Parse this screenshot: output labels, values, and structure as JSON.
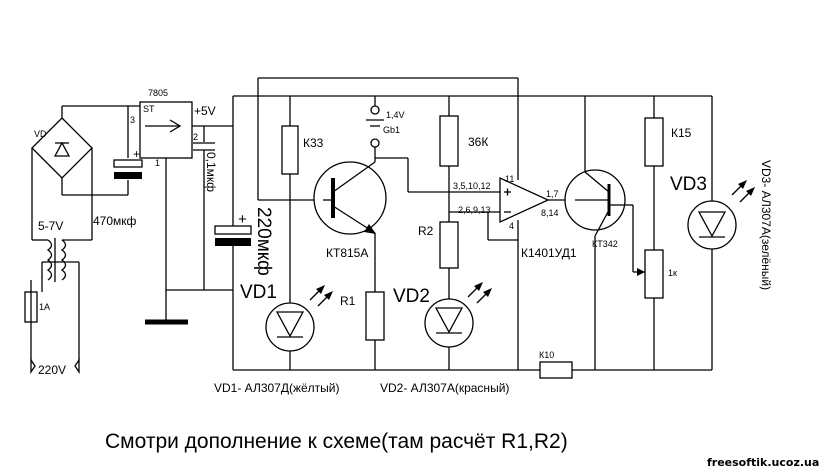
{
  "labels": {
    "vd_bridge": "VD",
    "reg_name": "7805",
    "reg_st": "ST",
    "reg_plus5": "+5V",
    "pin3": "3",
    "pin2": "2",
    "pin1": "1",
    "c470": "470мкф",
    "c01": "0,1мкф",
    "c220": "220мкф",
    "v57": "5-7V",
    "fuse": "1А",
    "v220": "220V",
    "r_k33": "К33",
    "gb_v": "1,4V",
    "gb_name": "Gb1",
    "r36k": "36К",
    "r_k15": "К15",
    "vd3": "VD3",
    "vd3_desc": "VD3- АЛ307А(зелёный)",
    "q1": "КТ815А",
    "pins_in_plus": "3,5,10,12",
    "pins_in_minus": "2,6,9,13",
    "pin11": "11",
    "pin4": "4",
    "pins_out": "1,7",
    "pins_out2": "8,14",
    "opamp": "К1401УД1",
    "q2": "КТ342",
    "r2": "R2",
    "pot": "1к",
    "vd1": "VD1",
    "r1": "R1",
    "vd2": "VD2",
    "k10": "К10",
    "vd1_desc": "VD1- АЛ307Д(жёлтый)",
    "vd2_desc": "VD2- АЛ307А(красный)",
    "caption": "Смотри дополнение к схеме(там расчёт R1,R2)",
    "watermark": "freesoftik.ucoz.ua"
  }
}
